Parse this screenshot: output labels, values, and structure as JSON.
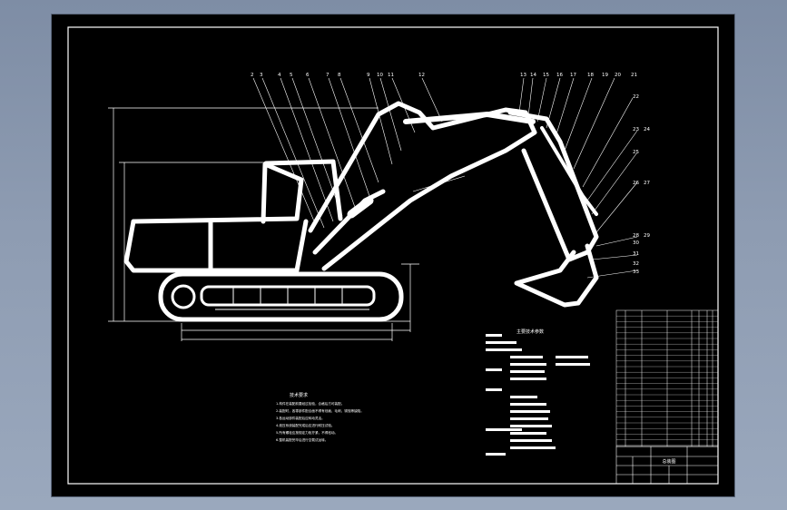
{
  "drawing": {
    "callouts_top": [
      "2",
      "3",
      "4",
      "5",
      "6",
      "7",
      "8",
      "9",
      "10",
      "11",
      "12",
      "13",
      "14",
      "15",
      "16",
      "17",
      "18",
      "19",
      "20",
      "21"
    ],
    "callouts_right": [
      "22",
      "23",
      "24",
      "25",
      "26",
      "27",
      "28",
      "29",
      "30",
      "31",
      "32",
      "33"
    ],
    "technical_requirements_title": "技术要求",
    "technical_requirements": [
      "1.构件在装配前要经过检验，合格后方可装配。",
      "2.装配时，各零部件配合面不得有划痕、毛刺、锈蚀等缺陷。",
      "3.各运动部件装配后应转动灵活。",
      "4.液压系统装配完成后应进行耐压试验。",
      "5.所有螺栓应按规定力矩拧紧，不得松动。",
      "6.整机装配完毕后进行空载试运转。"
    ],
    "parameters_title": "主要技术参数",
    "title_block_label": "总装图"
  }
}
